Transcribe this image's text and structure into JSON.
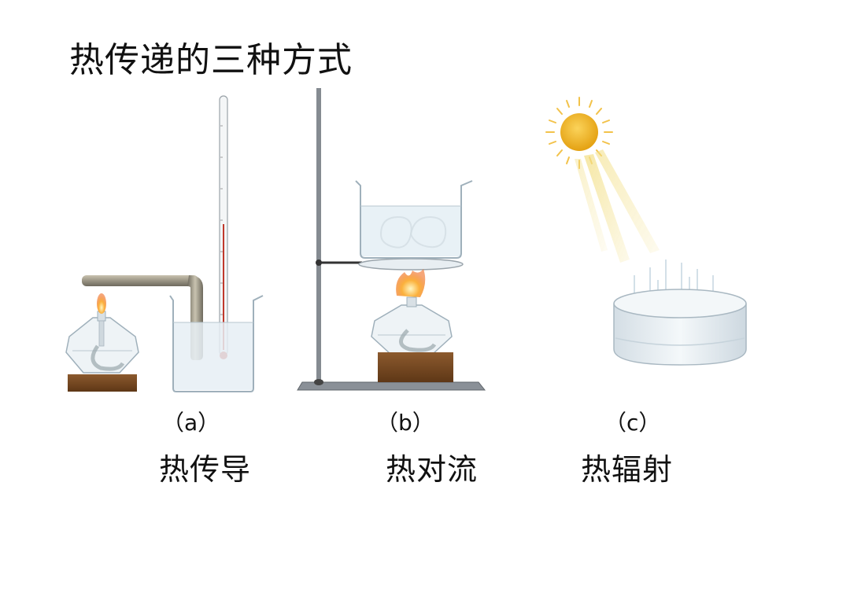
{
  "title": "热传递的三种方式",
  "panels": [
    {
      "letter": "（a）",
      "caption": "热传导"
    },
    {
      "letter": "（b）",
      "caption": "热对流"
    },
    {
      "letter": "（c）",
      "caption": "热辐射"
    }
  ],
  "colors": {
    "wood": "#7b4a22",
    "flame": "#f5a623",
    "sun": "#f0b321",
    "glass": "#c9d6de",
    "water": "#e6eff5",
    "rod": "#7a7f86",
    "thermometer_liquid": "#c0392b"
  }
}
